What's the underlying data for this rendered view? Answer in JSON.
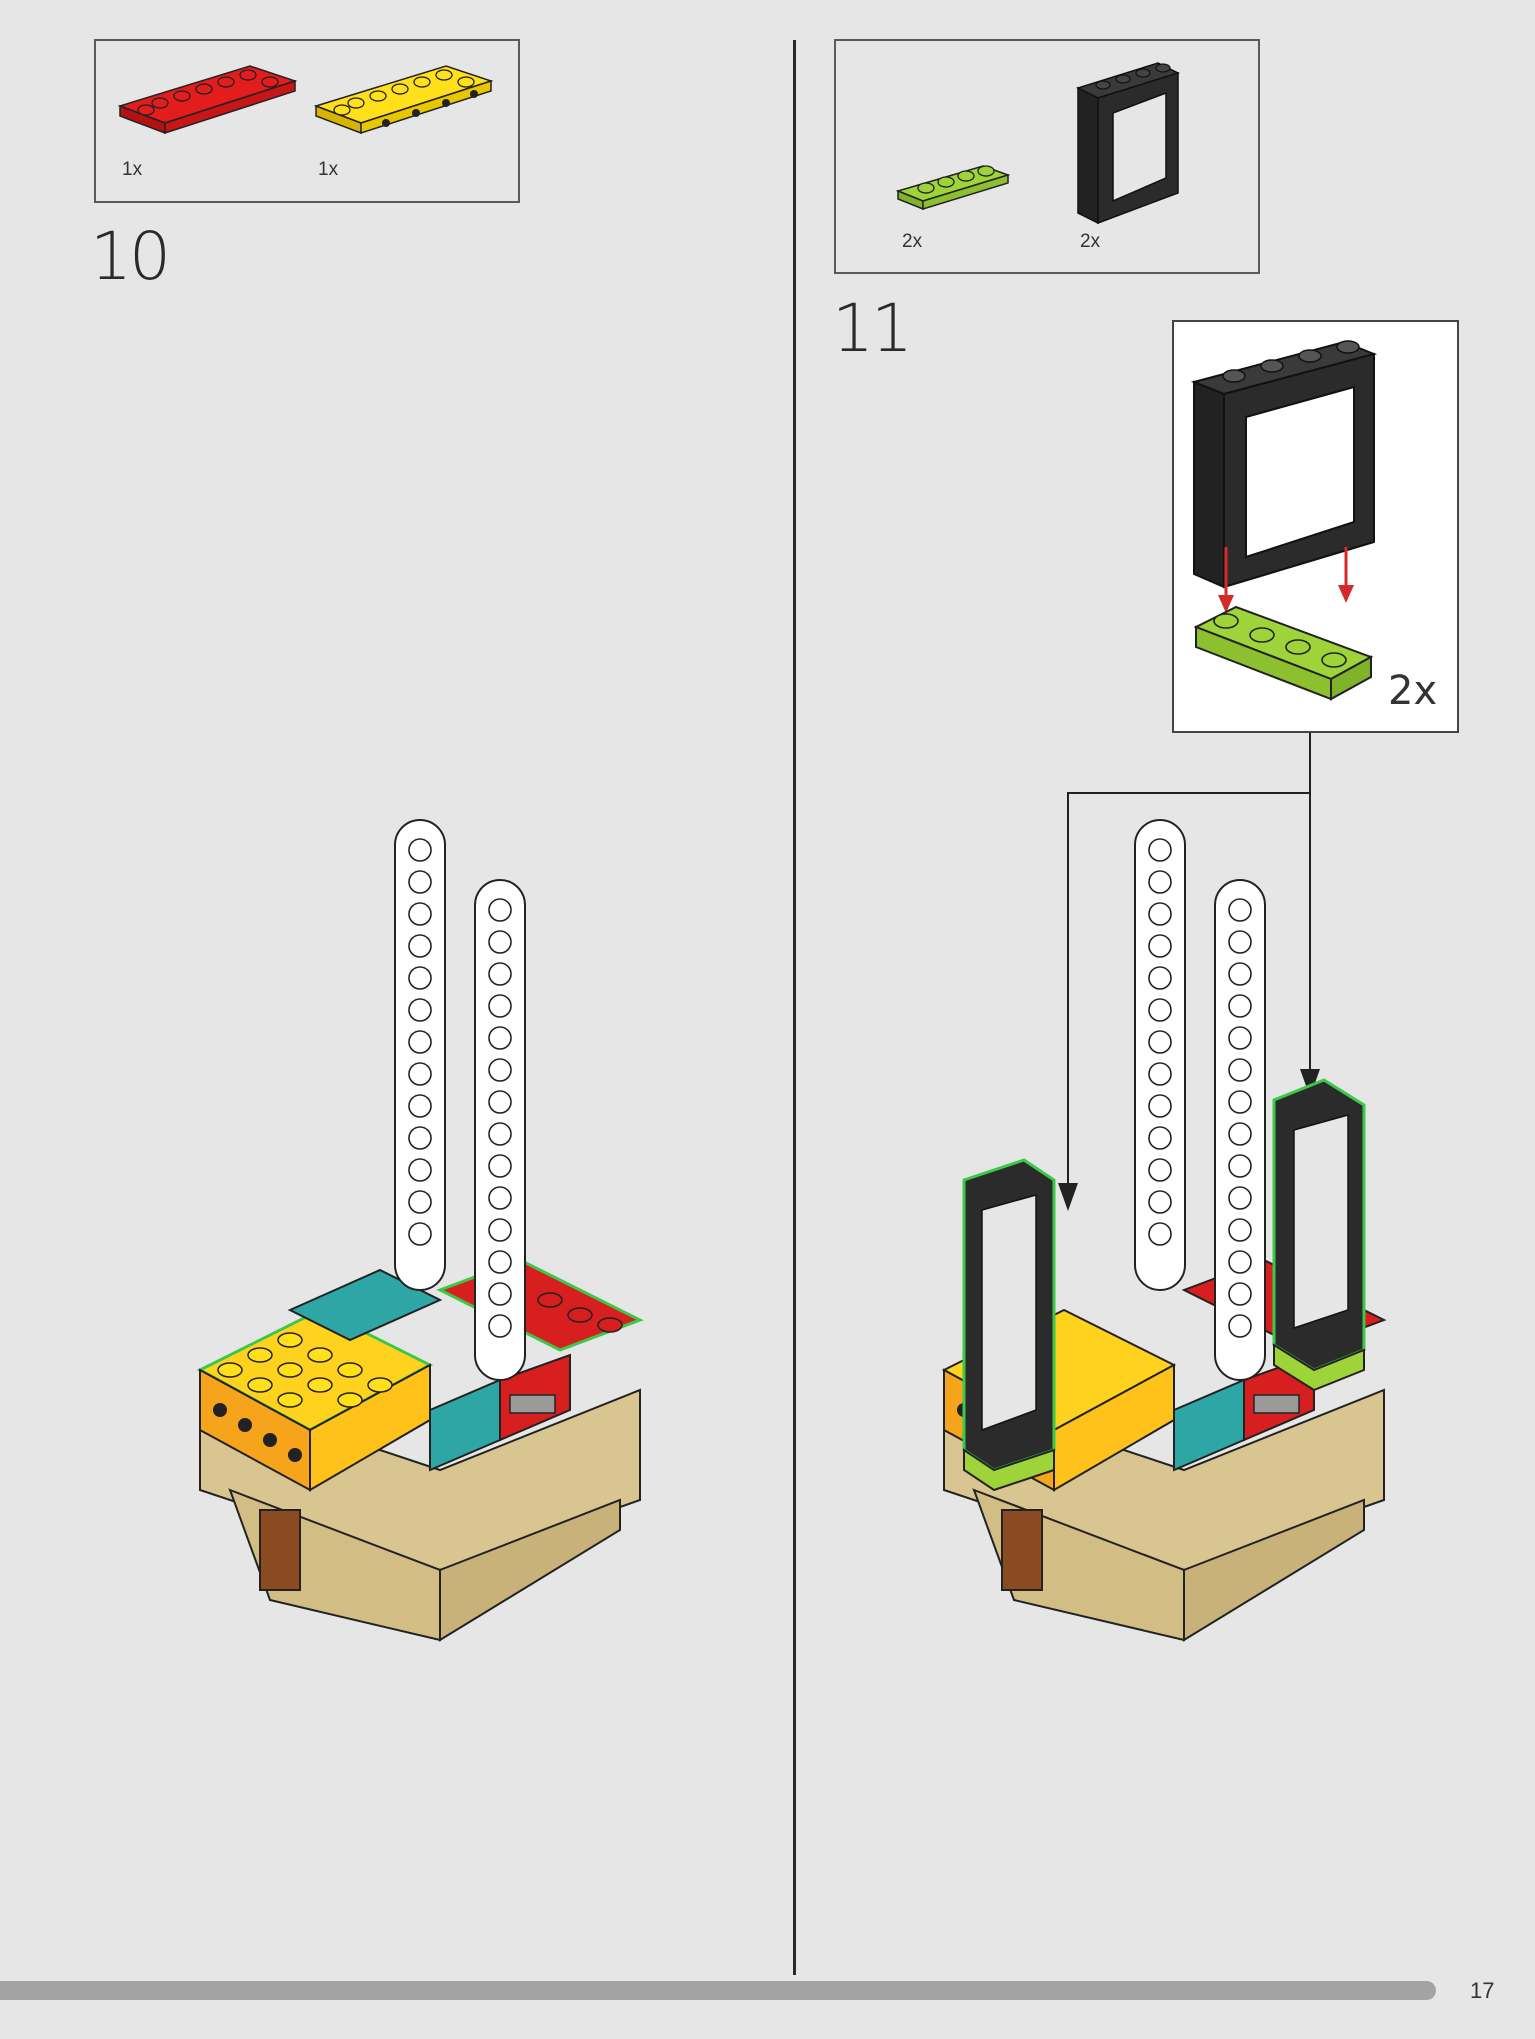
{
  "step10": {
    "number": "10",
    "parts": [
      {
        "name": "red plate 2x6 with holes",
        "qty": "1x",
        "color": "#e31d1d"
      },
      {
        "name": "yellow plate 2x6 with holes",
        "qty": "1x",
        "color": "#ffe01a"
      }
    ]
  },
  "step11": {
    "number": "11",
    "parts": [
      {
        "name": "lime plate 1x4",
        "qty": "2x",
        "color": "#9ed43a"
      },
      {
        "name": "black window frame 1x4x4",
        "qty": "2x",
        "color": "#2b2b2b"
      }
    ],
    "callout": {
      "qty": "2x"
    }
  },
  "page": {
    "number": "17"
  },
  "colors": {
    "background": "#e6e6e6",
    "tan": "#d8c590",
    "teal": "#2fa6a6",
    "highlight": "#3cc94a",
    "arrow_red": "#d42a2a"
  }
}
